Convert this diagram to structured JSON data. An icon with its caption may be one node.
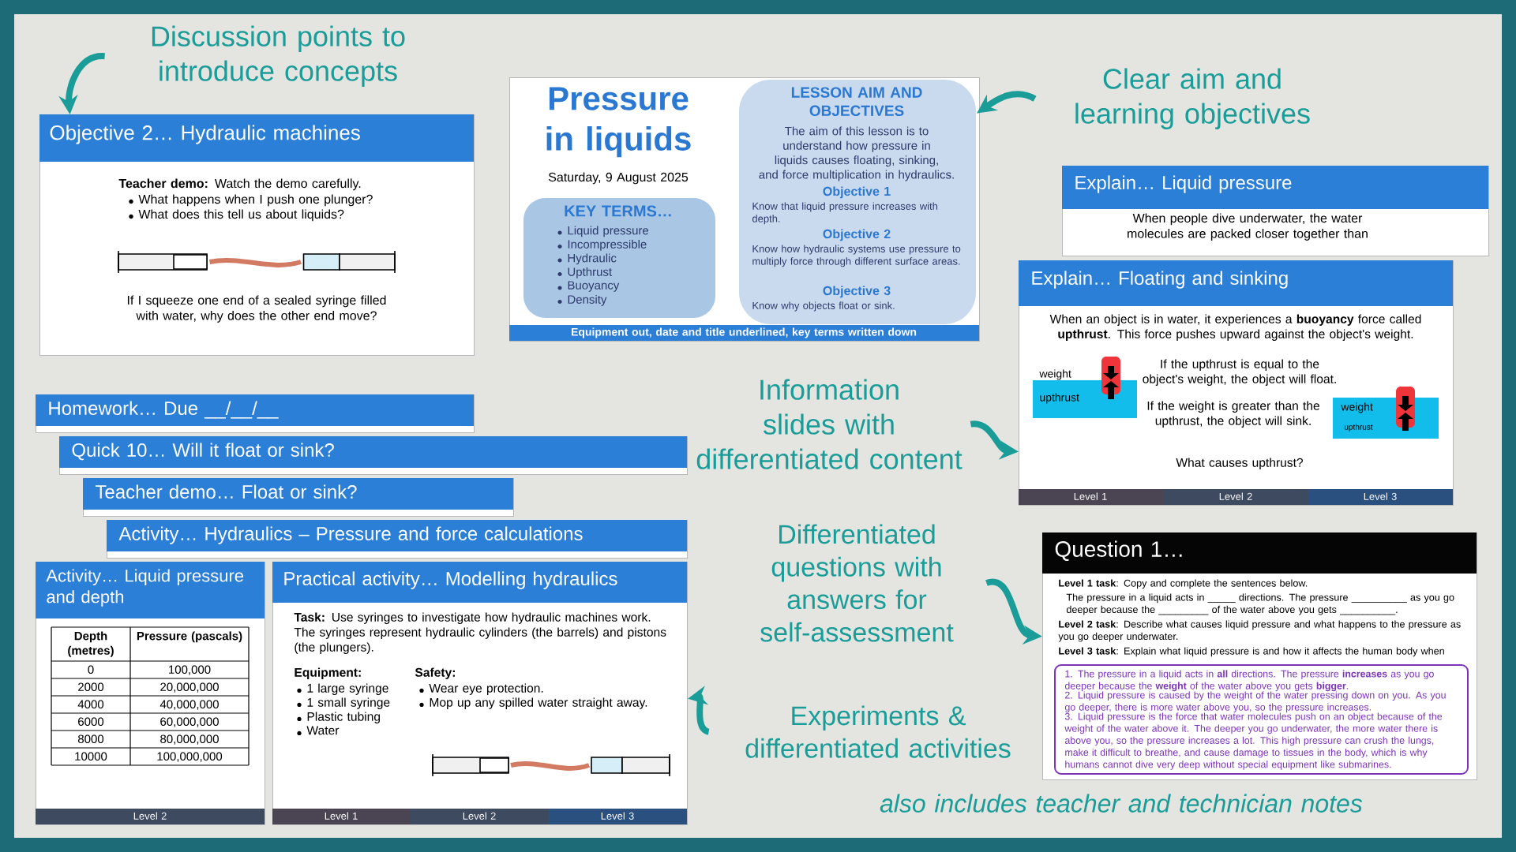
{
  "diagram": {
    "nodes": [
      {
        "text": [
          "Discussion points to introduce concepts"
        ]
      },
      {
        "text": [
          "Objective 2… Hydraulic machines",
          "**Teacher demo:** Watch the demo carefully.",
          "What happens when I push one plunger?",
          "What does this tell us about liquids?",
          "If I squeeze one end of a sealed syringe filled with water, why does the other end move?"
        ]
      },
      {
        "text": [
          "Pressure in liquids",
          "Saturday, 9 August 2025",
          "Equipment out, date and title underlined, key terms written down"
        ]
      },
      {
        "text": [
          "KEY TERMS…",
          "Liquid pressure",
          "Incompressible",
          "Hydraulic",
          "Upthrust",
          "Buoyancy",
          "Density"
        ],
        "in": 2
      },
      {
        "text": [
          "LESSON AIM AND OBJECTIVES",
          "The aim of this lesson is to understand how pressure in liquids causes floating, sinking, and force multiplication in hydraulics.",
          "Objective 1",
          "Know that liquid pressure increases with depth.",
          "Objective 2",
          "Know how hydraulic systems use pressure to multiply force through different surface areas.",
          "Objective 3",
          "Know why objects float or sink."
        ],
        "in": 2
      },
      {
        "text": [
          "Clear aim and learning objectives"
        ]
      },
      {
        "text": [
          "Explain… Liquid pressure",
          "When people dive underwater, the water molecules are packed closer together than"
        ]
      },
      {
        "text": [
          "Explain… Floating and sinking",
          "When an object is in water, it experiences a **buoyancy** force called **upthrust**. This force pushes upward against the object's weight.",
          "weight",
          "upthrust",
          "If the upthrust is equal to the object's weight, the object will float.",
          "If the weight is greater than the upthrust, the object will sink.",
          "weight",
          "upthrust",
          "What causes upthrust?",
          "Level 1",
          "Level 2",
          "Level 3"
        ]
      },
      {
        "text": [
          "Information slides with differentiated content"
        ]
      },
      {
        "text": [
          "Homework… Due __/__/__"
        ]
      },
      {
        "text": [
          "Quick 10… Will it float or sink?"
        ]
      },
      {
        "text": [
          "Teacher demo… Float or sink?"
        ]
      },
      {
        "text": [
          "Activity… Hydraulics – Pressure and force calculations"
        ]
      },
      {
        "text": [
          "Activity… Liquid pressure and depth",
          "Depth (metres)",
          "Pressure (pascals)",
          "0",
          "100,000",
          "2000",
          "20,000,000",
          "4000",
          "40,000,000",
          "6000",
          "60,000,000",
          "8000",
          "80,000,000",
          "10000",
          "100,000,000",
          "Level 2"
        ]
      },
      {
        "text": [
          "Practical activity… Modelling hydraulics",
          "**Task:** Use syringes to investigate how hydraulic machines work. The syringes represent hydraulic cylinders (the barrels) and pistons (the plungers).",
          "Equipment:",
          "1 large syringe",
          "1 small syringe",
          "Plastic tubing",
          "Water",
          "Safety:",
          "Wear eye protection.",
          "Mop up any spilled water straight away.",
          "Level 1",
          "Level 2",
          "Level 3"
        ]
      },
      {
        "text": [
          "Experiments & differentiated activities"
        ]
      },
      {
        "text": [
          "Question 1…",
          "**Level 1 task**: Copy and complete the sentences below.",
          "The pressure in a liquid acts in _____ directions. The pressure __________ as you go deeper because the _________ of the water above you gets __________.",
          "**Level 2 task**: Describe what causes liquid pressure and what happens to the pressure as you go deeper underwater.",
          "**Level 3 task**: Explain what liquid pressure is and how it affects the human body when"
        ]
      },
      {
        "text": [
          "1. The pressure in a liquid acts in **all** directions. The pressure **increases** as you go deeper because the **weight** of the water above you gets **bigger**.",
          "2. Liquid pressure is caused by the weight of the water pressing down on you. As you go deeper, there is more water above you, so the pressure increases.",
          "3. Liquid pressure is the force that water molecules push on an object because of the weight of the water above it. The deeper you go underwater, the more water there is above you, so the pressure increases a lot. This high pressure can crush the lungs, make it difficult to breathe, and cause damage to tissues in the body, which is why humans cannot dive very deep without special equipment like submarines."
        ],
        "in": 16
      },
      {
        "text": [
          "Differentiated questions with answers for self-assessment"
        ]
      }
    ],
    "edges": [
      {
        "from": 0,
        "to": 1,
        "arrow": "to"
      },
      {
        "from": 5,
        "to": 4,
        "arrow": "to"
      },
      {
        "from": 8,
        "to": 7,
        "arrow": "to"
      },
      {
        "from": 18,
        "to": 16,
        "arrow": "to"
      },
      {
        "from": 15,
        "to": 14,
        "arrow": "to"
      }
    ],
    "labels": [
      "*also includes teacher and technician notes*"
    ]
  }
}
